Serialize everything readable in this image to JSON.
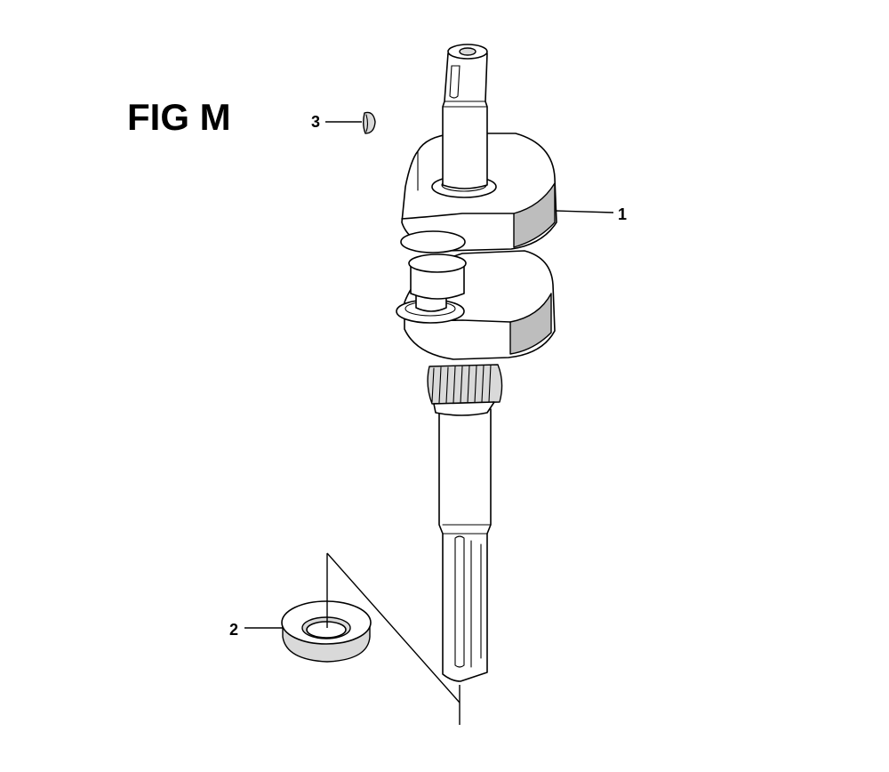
{
  "figure": {
    "title": "FIG M"
  },
  "callouts": [
    {
      "number": "1",
      "part": "crankshaft"
    },
    {
      "number": "2",
      "part": "oil-seal-washer"
    },
    {
      "number": "3",
      "part": "woodruff-key"
    }
  ]
}
